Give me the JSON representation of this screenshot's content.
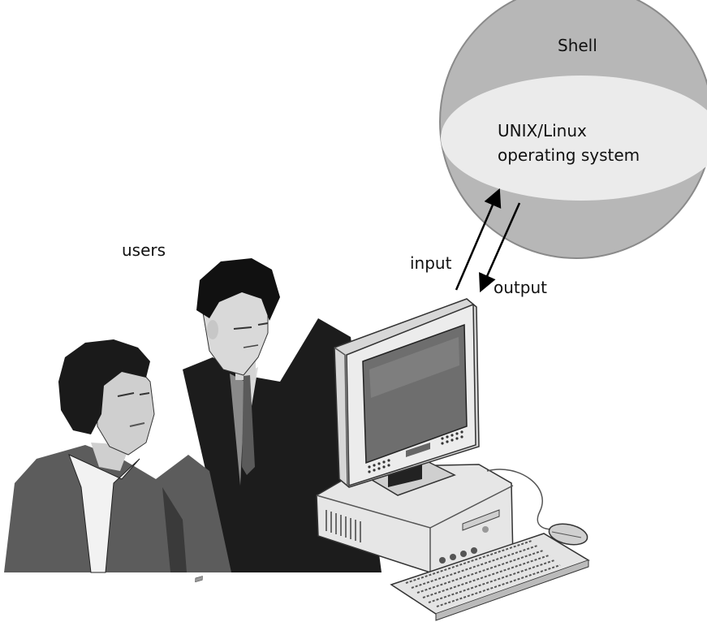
{
  "labels": {
    "shell": "Shell",
    "os_line1": "UNIX/Linux",
    "os_line2": "operating system",
    "users": "users",
    "input": "input",
    "output": "output"
  },
  "colors": {
    "shell_fill": "#b7b7b7",
    "os_fill": "#ebebeb",
    "suit_dark": "#1c1c1c",
    "jacket_gray": "#5c5c5c",
    "monitor_fill": "#ececec",
    "screen_fill": "#6e6e6e"
  },
  "icons": [
    "users-illustration",
    "computer-illustration",
    "monitor-icon",
    "keyboard-icon",
    "mouse-icon"
  ]
}
